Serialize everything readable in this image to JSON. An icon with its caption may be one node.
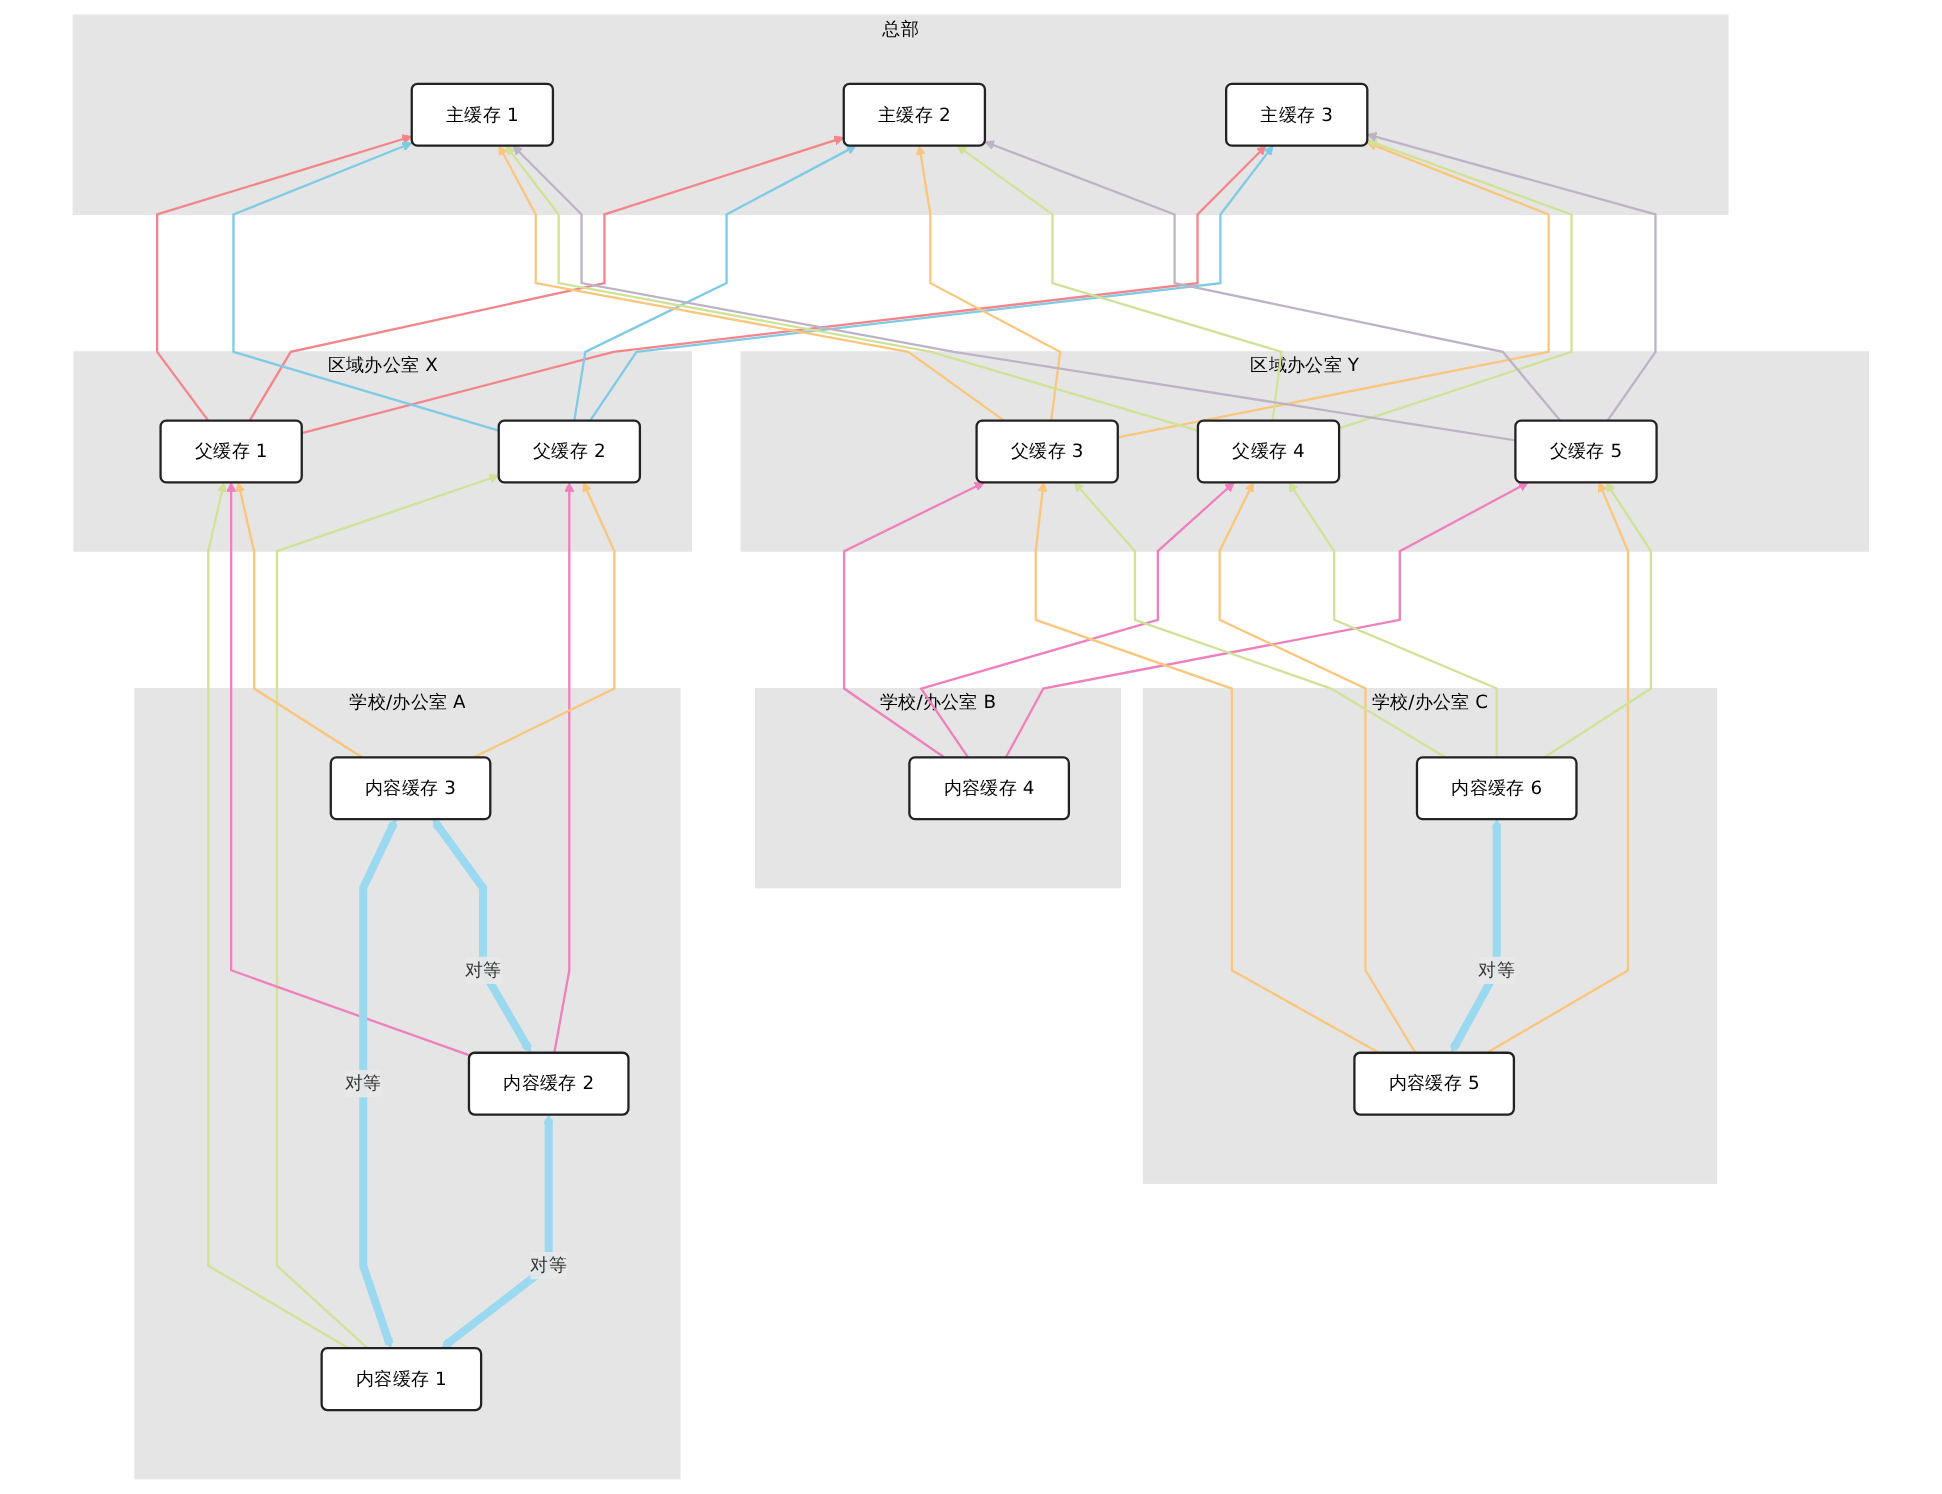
{
  "diagram": {
    "nodes": [
      {
        "text": [
          "总部"
        ]
      },
      {
        "text": [
          "主缓存 1"
        ],
        "in": 0
      },
      {
        "text": [
          "主缓存 2"
        ],
        "in": 0
      },
      {
        "text": [
          "主缓存 3"
        ],
        "in": 0
      },
      {
        "text": [
          "区域办公室 X"
        ]
      },
      {
        "text": [
          "父缓存 1"
        ],
        "in": 4
      },
      {
        "text": [
          "父缓存 2"
        ],
        "in": 4
      },
      {
        "text": [
          "区域办公室 Y"
        ]
      },
      {
        "text": [
          "父缓存 3"
        ],
        "in": 7
      },
      {
        "text": [
          "父缓存 4"
        ],
        "in": 7
      },
      {
        "text": [
          "父缓存 5"
        ],
        "in": 7
      },
      {
        "text": [
          "学校/办公室 A"
        ]
      },
      {
        "text": [
          "内容缓存 1"
        ],
        "in": 11
      },
      {
        "text": [
          "内容缓存 2"
        ],
        "in": 11
      },
      {
        "text": [
          "内容缓存 3"
        ],
        "in": 11
      },
      {
        "text": [
          "学校/办公室 B"
        ]
      },
      {
        "text": [
          "内容缓存 4"
        ],
        "in": 15
      },
      {
        "text": [
          "学校/办公室 C"
        ]
      },
      {
        "text": [
          "内容缓存 5"
        ],
        "in": 17
      },
      {
        "text": [
          "内容缓存 6"
        ],
        "in": 17
      }
    ],
    "edges": [
      {
        "from": 5,
        "to": 1,
        "arrow": "to",
        "color": "#f4858a"
      },
      {
        "from": 5,
        "to": 2,
        "arrow": "to",
        "color": "#f4858a"
      },
      {
        "from": 5,
        "to": 3,
        "arrow": "to",
        "color": "#f4858a"
      },
      {
        "from": 6,
        "to": 1,
        "arrow": "to",
        "color": "#7fcbe6"
      },
      {
        "from": 6,
        "to": 2,
        "arrow": "to",
        "color": "#7fcbe6"
      },
      {
        "from": 6,
        "to": 3,
        "arrow": "to",
        "color": "#7fcbe6"
      },
      {
        "from": 8,
        "to": 1,
        "arrow": "to",
        "color": "#fbc67c"
      },
      {
        "from": 8,
        "to": 2,
        "arrow": "to",
        "color": "#fbc67c"
      },
      {
        "from": 8,
        "to": 3,
        "arrow": "to",
        "color": "#fbc67c"
      },
      {
        "from": 9,
        "to": 1,
        "arrow": "to",
        "color": "#cfe295"
      },
      {
        "from": 9,
        "to": 2,
        "arrow": "to",
        "color": "#cfe295"
      },
      {
        "from": 9,
        "to": 3,
        "arrow": "to",
        "color": "#cfe295"
      },
      {
        "from": 10,
        "to": 1,
        "arrow": "to",
        "color": "#bdb3c6"
      },
      {
        "from": 10,
        "to": 2,
        "arrow": "to",
        "color": "#bdb3c6"
      },
      {
        "from": 10,
        "to": 3,
        "arrow": "to",
        "color": "#bdb3c6"
      },
      {
        "from": 12,
        "to": 5,
        "arrow": "to",
        "color": "#cfe295"
      },
      {
        "from": 12,
        "to": 6,
        "arrow": "to",
        "color": "#cfe295"
      },
      {
        "from": 13,
        "to": 5,
        "arrow": "to",
        "color": "#f07fbe"
      },
      {
        "from": 13,
        "to": 6,
        "arrow": "to",
        "color": "#f07fbe"
      },
      {
        "from": 14,
        "to": 5,
        "arrow": "to",
        "color": "#fbc67c"
      },
      {
        "from": 14,
        "to": 6,
        "arrow": "to",
        "color": "#fbc67c"
      },
      {
        "from": 16,
        "to": 8,
        "arrow": "to",
        "color": "#f07fbe"
      },
      {
        "from": 16,
        "to": 9,
        "arrow": "to",
        "color": "#f07fbe"
      },
      {
        "from": 16,
        "to": 10,
        "arrow": "to",
        "color": "#f07fbe"
      },
      {
        "from": 18,
        "to": 8,
        "arrow": "to",
        "color": "#fbc67c"
      },
      {
        "from": 18,
        "to": 9,
        "arrow": "to",
        "color": "#fbc67c"
      },
      {
        "from": 18,
        "to": 10,
        "arrow": "to",
        "color": "#fbc67c"
      },
      {
        "from": 19,
        "to": 8,
        "arrow": "to",
        "color": "#cfe295"
      },
      {
        "from": 19,
        "to": 9,
        "arrow": "to",
        "color": "#cfe295"
      },
      {
        "from": 19,
        "to": 10,
        "arrow": "to",
        "color": "#cfe295"
      },
      {
        "from": 12,
        "to": 14,
        "arrow": "both",
        "label": "对等",
        "style": "thick",
        "color": "#9bd9f0"
      },
      {
        "from": 12,
        "to": 13,
        "arrow": "both",
        "label": "对等",
        "style": "thick",
        "color": "#9bd9f0"
      },
      {
        "from": 13,
        "to": 14,
        "arrow": "both",
        "label": "对等",
        "style": "thick",
        "color": "#9bd9f0"
      },
      {
        "from": 18,
        "to": 19,
        "arrow": "both",
        "label": "对等",
        "style": "thick",
        "color": "#9bd9f0"
      }
    ]
  }
}
